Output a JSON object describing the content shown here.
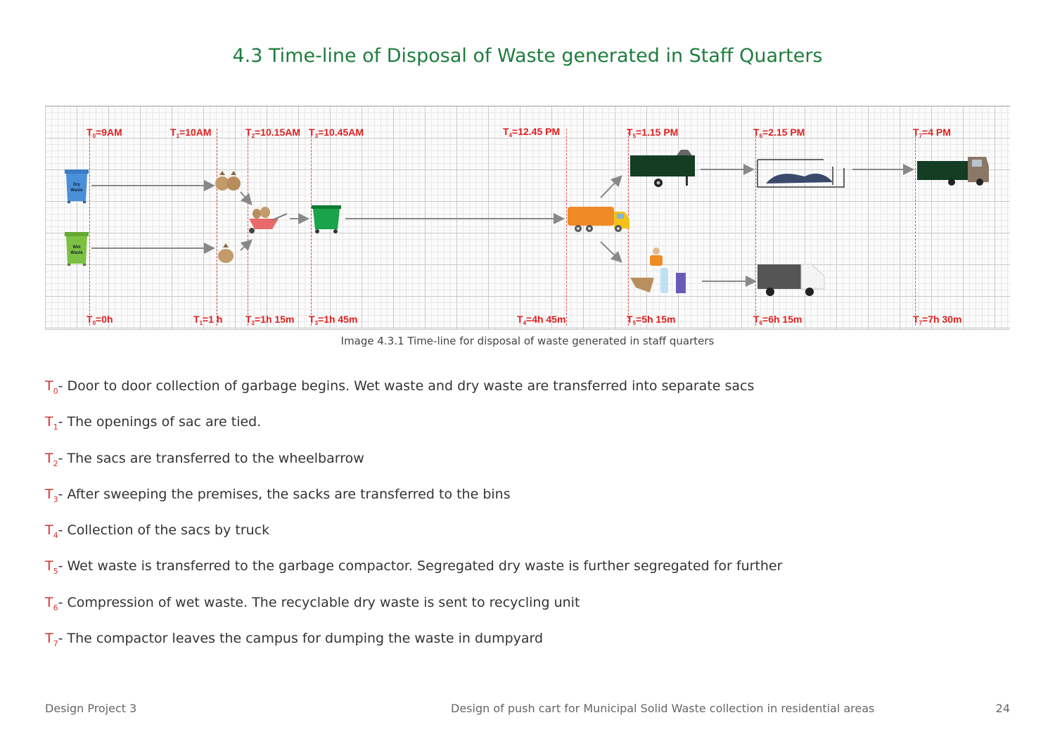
{
  "page": {
    "title": "4.3 Time-line of Disposal of Waste generated in Staff Quarters",
    "caption": "Image 4.3.1 Time-line for disposal of waste generated in staff quarters"
  },
  "timeline": {
    "top_labels": [
      {
        "t": "T",
        "sub": "0",
        "text": "=9AM"
      },
      {
        "t": "T",
        "sub": "1",
        "text": "=10AM"
      },
      {
        "t": "T",
        "sub": "2",
        "text": "=10.15AM"
      },
      {
        "t": "T",
        "sub": "3",
        "text": "=10.45AM"
      },
      {
        "t": "T",
        "sub": "4",
        "text": "=12.45 PM"
      },
      {
        "t": "T",
        "sub": "5",
        "text": "=1.15 PM"
      },
      {
        "t": "T",
        "sub": "6",
        "text": "=2.15 PM"
      },
      {
        "t": "T",
        "sub": "7",
        "text": "=4 PM"
      }
    ],
    "bottom_labels": [
      {
        "t": "T",
        "sub": "0",
        "text": "=0h"
      },
      {
        "t": "T",
        "sub": "1",
        "text": "=1 h"
      },
      {
        "t": "T",
        "sub": "2",
        "text": "=1h 15m"
      },
      {
        "t": "T",
        "sub": "3",
        "text": "=1h 45m"
      },
      {
        "t": "T",
        "sub": "4",
        "text": "=4h 45m"
      },
      {
        "t": "T",
        "sub": "5",
        "text": "=5h 15m"
      },
      {
        "t": "T",
        "sub": "6",
        "text": "=6h 15m"
      },
      {
        "t": "T",
        "sub": "7",
        "text": "=7h 30m"
      }
    ],
    "bin_labels": {
      "dry": [
        "Dry",
        "Waste"
      ],
      "wet": [
        "Wet",
        "Waste"
      ]
    },
    "colors": {
      "label_red": "#e02020",
      "dry_bin": "#4a90d9",
      "wet_bin": "#7cc142",
      "green_bin": "#1aa34a",
      "truck_orange": "#f08a24",
      "compactor_green": "#0f3d20",
      "arrow": "#888888"
    }
  },
  "notes": [
    {
      "t": "T",
      "sub": "0",
      "text": "- Door to door collection of garbage begins. Wet waste and dry waste are transferred into separate sacs"
    },
    {
      "t": "T",
      "sub": "1",
      "text": "- The openings of sac are tied."
    },
    {
      "t": "T",
      "sub": "2",
      "text": "- The sacs are transferred to the wheelbarrow"
    },
    {
      "t": "T",
      "sub": "3",
      "text": "- After sweeping the premises, the sacks are transferred to the bins"
    },
    {
      "t": "T",
      "sub": "4",
      "text": "- Collection of the sacs by truck"
    },
    {
      "t": "T",
      "sub": "5",
      "text": "- Wet waste is transferred to the garbage compactor. Segregated dry waste is further segregated for further"
    },
    {
      "t": "T",
      "sub": "6",
      "text": "- Compression of wet waste. The recyclable dry waste is sent to recycling unit"
    },
    {
      "t": "T",
      "sub": "7",
      "text": "- The compactor leaves the campus for dumping the waste in dumpyard"
    }
  ],
  "footer": {
    "left": "Design Project 3",
    "center": "Design of push cart for Municipal Solid Waste collection in residential areas",
    "page_number": "24"
  }
}
